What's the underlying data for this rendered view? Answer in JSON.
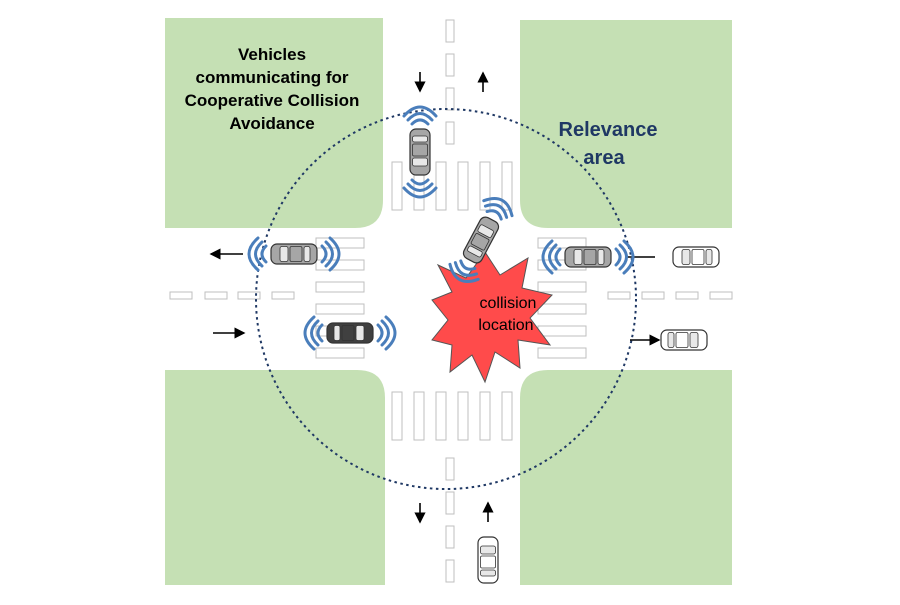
{
  "labels": {
    "vehicles_line1": "Vehicles",
    "vehicles_line2": "communicating for",
    "vehicles_line3": "Cooperative Collision",
    "vehicles_line4": "Avoidance",
    "relevance_line1": "Relevance",
    "relevance_line2": "area",
    "collision_line1": "collision",
    "collision_line2": "location"
  },
  "colors": {
    "block": "#c5e0b4",
    "road": "#ffffff",
    "marking": "#bfbfbf",
    "circle": "#1f3864",
    "relevance_text": "#1f3864",
    "signal": "#4a7ebb",
    "collision": "#ff4b4b",
    "car_gray": "#a6a6a6",
    "car_dark": "#404040",
    "car_white": "#ffffff"
  },
  "icons": [
    "wireless-signal-icon",
    "arrow-icon",
    "car-icon",
    "explosion-icon"
  ]
}
